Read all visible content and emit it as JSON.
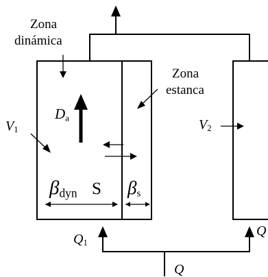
{
  "labels": {
    "zona_dinamica_line1": "Zona",
    "zona_dinamica_line2": "dinámica",
    "zona_estanca_line1": "Zona",
    "zona_estanca_line2": "estanca",
    "v1": "V",
    "v1_sub": "1",
    "v2": "V",
    "v2_sub": "2",
    "da": "D",
    "da_sub": "a",
    "beta_dyn": "β",
    "beta_dyn_sub": "dyn",
    "s": "S",
    "beta_s": "β",
    "beta_s_sub": "s",
    "q1": "Q",
    "q1_sub": "1",
    "q2": "Q",
    "q": "Q"
  },
  "colors": {
    "stroke": "#000000",
    "background": "#ffffff"
  }
}
